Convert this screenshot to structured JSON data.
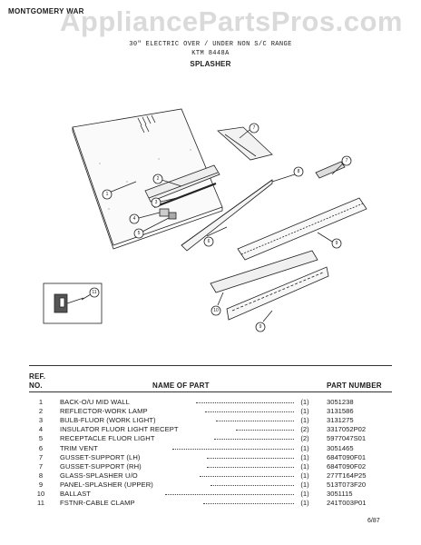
{
  "header": {
    "brand": "MONTGOMERY WAR",
    "watermark": "AppliancePartsPros.com",
    "line1": "30\" ELECTRIC OVER / UNDER NON S/C RANGE",
    "line2": "KTM 8448A",
    "section": "SPLASHER"
  },
  "callouts": [
    "1",
    "2",
    "3",
    "4",
    "5",
    "6",
    "7",
    "8",
    "9",
    "10",
    "11"
  ],
  "table": {
    "col_ref_line1": "REF.",
    "col_ref_line2": "NO.",
    "col_name": "NAME OF PART",
    "col_part": "PART NUMBER",
    "rows": [
      {
        "ref": "1",
        "name": "BACK-O/U MID WALL",
        "qty": "(1)",
        "part": "3051238"
      },
      {
        "ref": "2",
        "name": "REFLECTOR-WORK LAMP",
        "qty": "(1)",
        "part": "3131586"
      },
      {
        "ref": "3",
        "name": "BULB-FLUOR (WORK LIGHT)",
        "qty": "(1)",
        "part": "3131275"
      },
      {
        "ref": "4",
        "name": "INSULATOR FLUOR LIGHT RECEPT",
        "qty": "(2)",
        "part": "3317052P02"
      },
      {
        "ref": "5",
        "name": "RECEPTACLE FLUOR LIGHT",
        "qty": "(2)",
        "part": "5977047S01"
      },
      {
        "ref": "6",
        "name": "TRIM VENT",
        "qty": "(1)",
        "part": "3051465"
      },
      {
        "ref": "7",
        "name": "GUSSET-SUPPORT (LH)",
        "qty": "(1)",
        "part": "684T090F01"
      },
      {
        "ref": "7",
        "name": "GUSSET-SUPPORT (RH)",
        "qty": "(1)",
        "part": "684T090F02"
      },
      {
        "ref": "8",
        "name": "GLASS-SPLASHER U/O",
        "qty": "(1)",
        "part": "277T164P25"
      },
      {
        "ref": "9",
        "name": "PANEL-SPLASHER (UPPER)",
        "qty": "(1)",
        "part": "513T073F20"
      },
      {
        "ref": "10",
        "name": "BALLAST",
        "qty": "(1)",
        "part": "3051115"
      },
      {
        "ref": "11",
        "name": "FSTNR-CABLE CLAMP",
        "qty": "(1)",
        "part": "241T003P01"
      }
    ]
  },
  "footer": {
    "date": "6/87"
  }
}
